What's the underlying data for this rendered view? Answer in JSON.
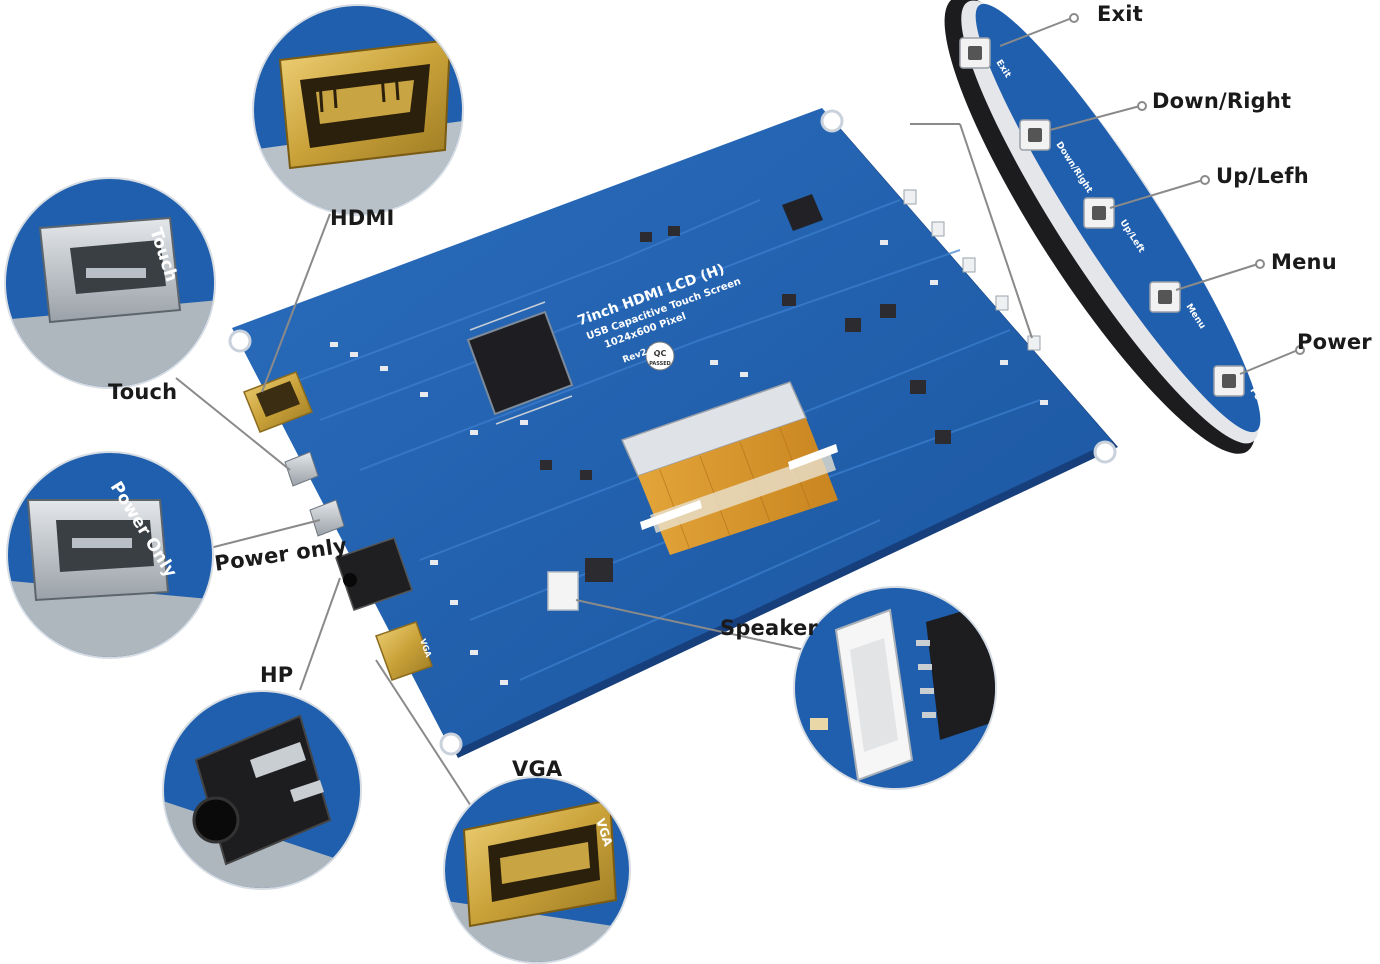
{
  "board": {
    "title": "7inch HDMI LCD (H)",
    "subtitle": "USB Capacitive Touch Screen",
    "resolution": "1024x600 Pixel",
    "revision": "Rev2.1",
    "qc_top": "QC",
    "qc_bottom": "PASSED",
    "silk_touch": "Touch",
    "silk_power_only": "Power Only",
    "silk_vga": "VGA"
  },
  "callouts": {
    "hdmi": "HDMI",
    "touch": "Touch",
    "power_only": "Power only",
    "hp": "HP",
    "vga": "VGA",
    "speaker": "Speaker",
    "exit": "Exit",
    "down_right": "Down/Right",
    "up_left": "Up/Lefh",
    "menu": "Menu",
    "power": "Power"
  },
  "side_panel": {
    "buttons": [
      "Exit",
      "Down/Right",
      "Up/Left",
      "Menu",
      "Power"
    ]
  },
  "colors": {
    "pcb": "#1f5fae",
    "pcb_dark": "#17468a",
    "gold": "#d7b44a",
    "fpc": "#d99a2b",
    "line": "#8a8a8a"
  }
}
